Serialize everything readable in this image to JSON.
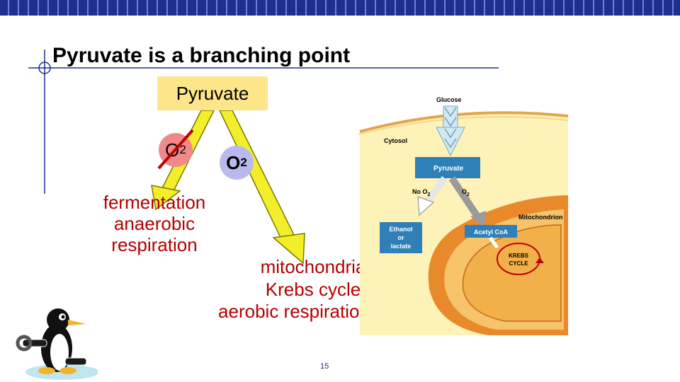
{
  "slide": {
    "title": "Pyruvate is a branching point",
    "pyruvate_box": "Pyruvate",
    "no_oxygen": {
      "symbol": "O",
      "subscript": "2"
    },
    "oxygen": {
      "symbol": "O",
      "subscript": "2"
    },
    "anaerobic_lines": [
      "fermentation",
      "anaerobic",
      "respiration"
    ],
    "aerobic_lines": [
      "mitochondria",
      "Krebs cycle",
      "aerobic respiration"
    ],
    "page_number": "15"
  },
  "figure": {
    "glucose": "Glucose",
    "cytosol": "Cytosol",
    "pyruvate": "Pyruvate",
    "no_o2": "No O",
    "o2": "O",
    "o2_sub": "2",
    "mitochondrion": "Mitochondrion",
    "ethanol_lines": [
      "Ethanol",
      "or",
      "lactate"
    ],
    "acetyl_coa": "Acetyl CoA",
    "krebs_lines": [
      "KREBS",
      "CYCLE"
    ]
  },
  "colors": {
    "topbar": "#1f2f8f",
    "accent_line": "#1f2f8f",
    "pyruvate_box": "#fde68a",
    "no_o2_circle": "#f08a8a",
    "o2_circle": "#b9b9ee",
    "arrow_fill": "#f2ee2a",
    "text_red": "#b40000",
    "mito_fill": "#e8892b",
    "cytosol_fill": "#fdf2b8"
  }
}
